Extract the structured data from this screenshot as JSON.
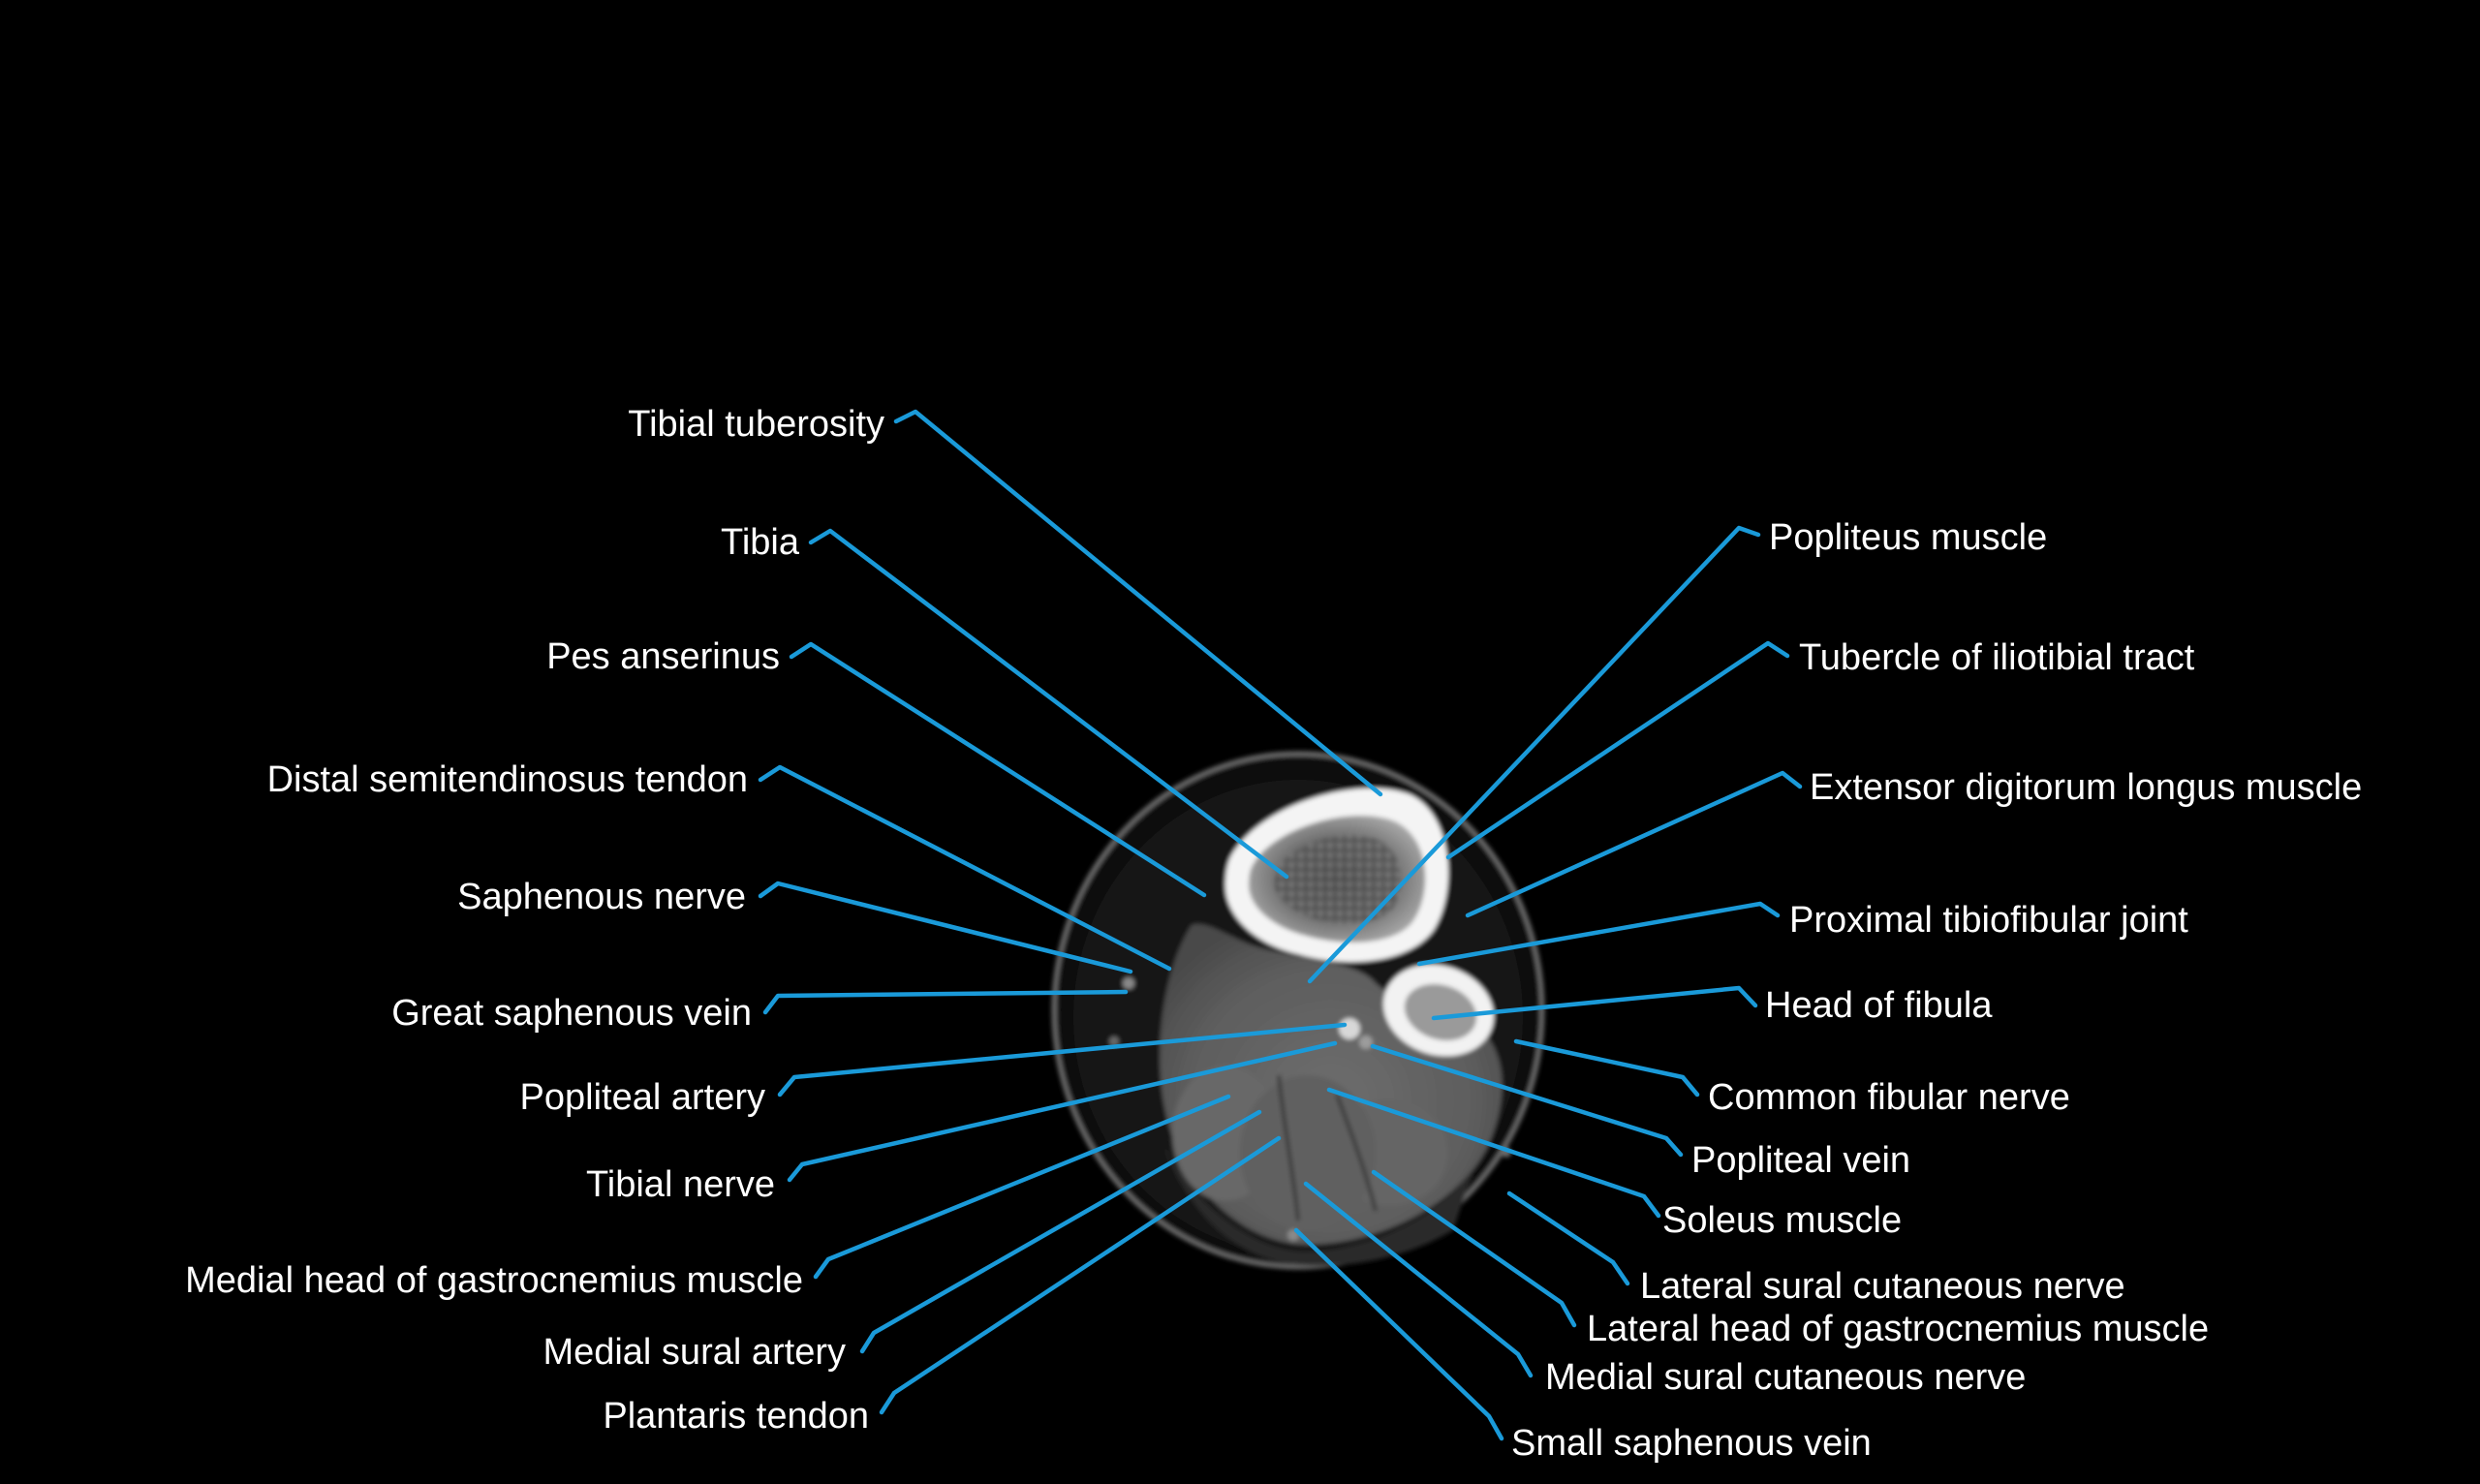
{
  "colors": {
    "background": "#000000",
    "label_text": "#ffffff",
    "leader_line": "#1a9ad9"
  },
  "image": {
    "modality": "CT",
    "content": "axial-knee-cross-section"
  },
  "labels": {
    "left": [
      "Tibial tuberosity",
      "Tibia",
      "Pes anserinus",
      "Distal semitendinosus tendon",
      "Saphenous nerve",
      "Great saphenous vein",
      "Popliteal artery",
      "Tibial nerve",
      "Medial head of gastrocnemius muscle",
      "Medial sural artery",
      "Plantaris tendon"
    ],
    "right": [
      "Popliteus muscle",
      "Tubercle of iliotibial tract",
      "Extensor digitorum longus muscle",
      "Proximal tibiofibular joint",
      "Head of fibula",
      "Common fibular nerve",
      "Popliteal vein",
      "Soleus muscle",
      "Lateral sural cutaneous nerve",
      "Lateral head of gastrocnemius muscle",
      "Medial sural cutaneous nerve",
      "Small saphenous vein"
    ]
  }
}
